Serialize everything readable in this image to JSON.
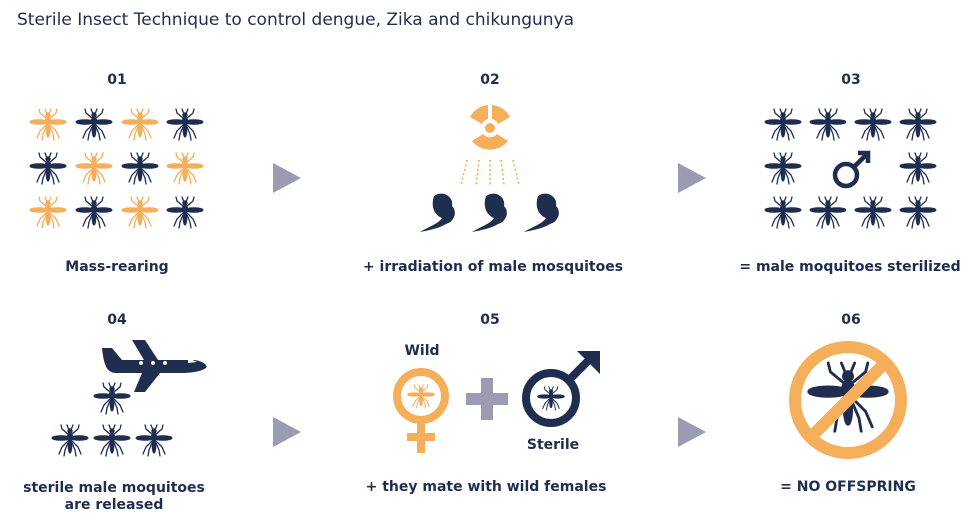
{
  "title": "Sterile Insect Technique to control dengue, Zika and chikungunya",
  "colors": {
    "navy": "#1f2d4e",
    "orange": "#f5ae5a",
    "arrow": "#9b9bb2"
  },
  "steps": [
    {
      "number": "01",
      "label": "Mass-rearing",
      "icon": "mosquito-grid-mixed-icon"
    },
    {
      "number": "02",
      "label": "+ irradiation of male mosquitoes",
      "icon": "radiation-pupae-icon"
    },
    {
      "number": "03",
      "label": "= male moquitoes sterilized",
      "icon": "male-mosquito-grid-icon"
    },
    {
      "number": "04",
      "label_line1": "sterile male moquitoes",
      "label_line2": "are released",
      "icon": "airplane-release-icon"
    },
    {
      "number": "05",
      "label": "+ they mate with wild females",
      "wild_label": "Wild",
      "sterile_label": "Sterile",
      "icon": "female-plus-male-icon"
    },
    {
      "number": "06",
      "label": "= NO OFFSPRING",
      "icon": "no-mosquito-icon"
    }
  ]
}
